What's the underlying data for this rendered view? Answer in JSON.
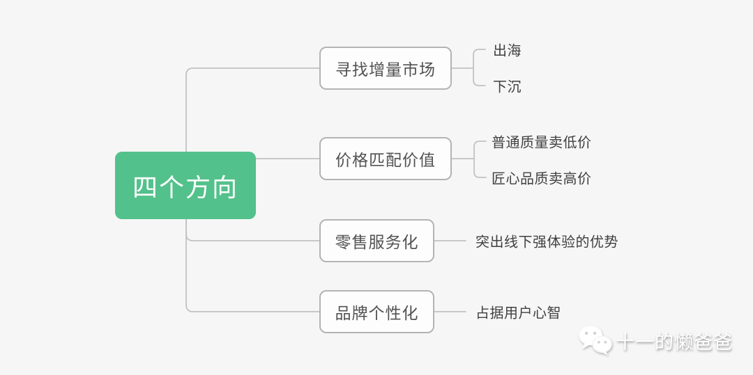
{
  "colors": {
    "background": "#f6f6f6",
    "root_bg": "#53c18b",
    "root_text": "#ffffff",
    "box_bg": "#fdfdfd",
    "box_border": "#b3b3b3",
    "box_text": "#525252",
    "child_text": "#404040",
    "line": "#c2c2c2"
  },
  "root": {
    "label": "四个方向"
  },
  "branches": [
    {
      "label": "寻找增量市场",
      "children": [
        "出海",
        "下沉"
      ]
    },
    {
      "label": "价格匹配价值",
      "children": [
        "普通质量卖低价",
        "匠心品质卖高价"
      ]
    },
    {
      "label": "零售服务化",
      "children": [
        "突出线下强体验的优势"
      ]
    },
    {
      "label": "品牌个性化",
      "children": [
        "占据用户心智"
      ]
    }
  ],
  "watermark": {
    "icon": "wechat-icon",
    "text": "十一的懒爸爸"
  }
}
